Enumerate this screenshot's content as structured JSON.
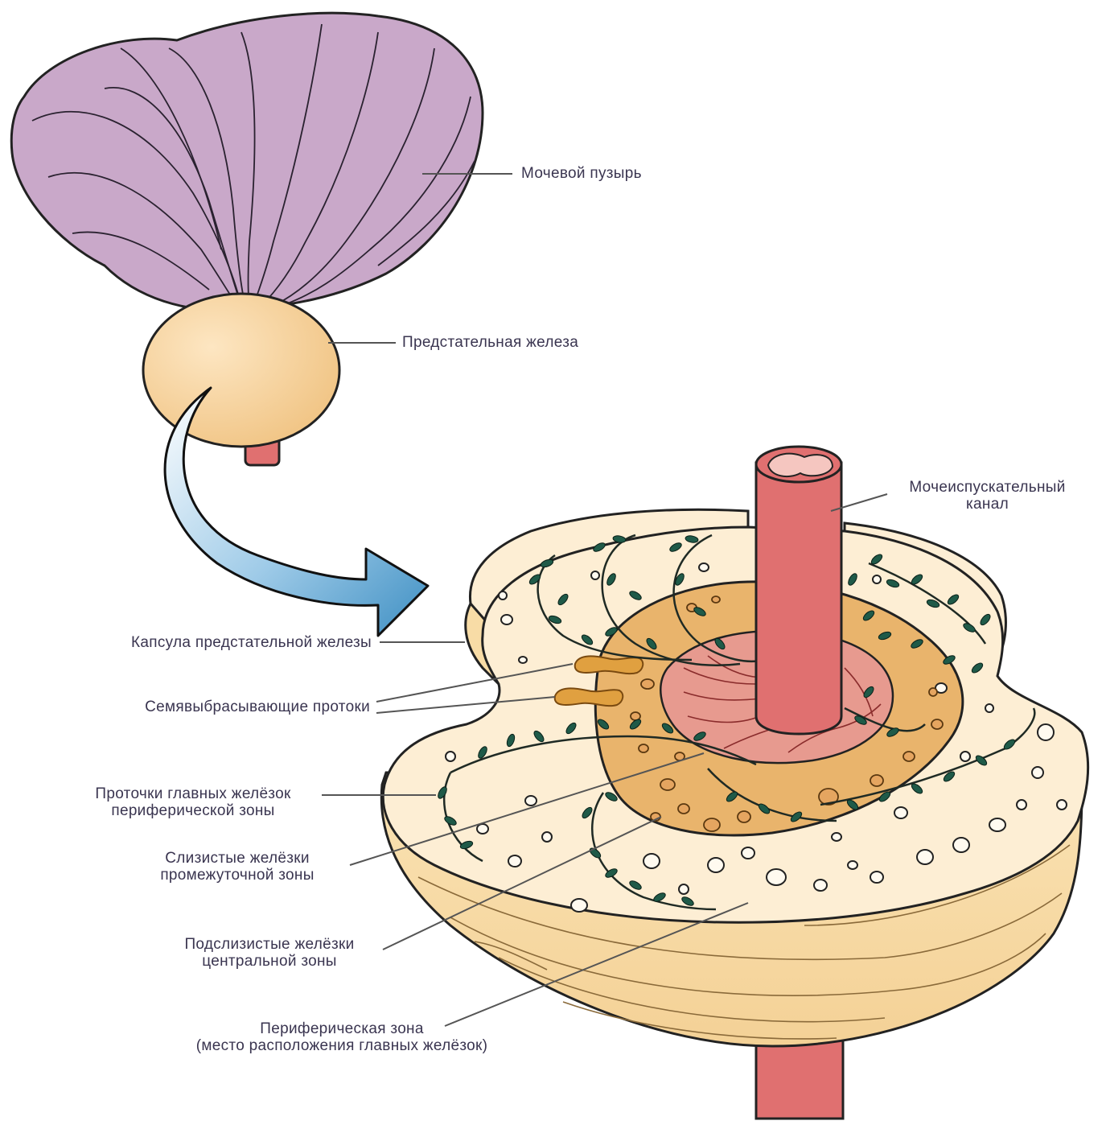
{
  "labels": {
    "bladder": "Мочевой пузырь",
    "prostate": "Предстательная железа",
    "urethra": {
      "line1": "Мочеиспускательный",
      "line2": "канал"
    },
    "capsule": "Капсула предстательной железы",
    "ejaculatory_ducts": "Семявыбрасывающие протоки",
    "peripheral_ducts": {
      "line1": "Проточки главных желёзок",
      "line2": "периферической зоны"
    },
    "mucous_glands": {
      "line1": "Слизистые желёзки",
      "line2": "промежуточной зоны"
    },
    "submucous_glands": {
      "line1": "Подслизистые желёзки",
      "line2": "центральной зоны"
    },
    "peripheral_zone": {
      "line1": "Периферическая зона",
      "line2": "(место расположения главных желёзок)"
    }
  },
  "colors": {
    "bladder": "#c9a8c9",
    "prostate": "#f5cf98",
    "urethra": "#e07070",
    "gland_outer": "#fdeed4",
    "gland_side": "#f8dca6",
    "central_zone": "#e9b46c",
    "transition_zone": "#e79a8f",
    "ducts": "#1f5a48",
    "ejaculatory": "#e0a040",
    "arrow": "#4a9acb",
    "leader": "#555555"
  }
}
